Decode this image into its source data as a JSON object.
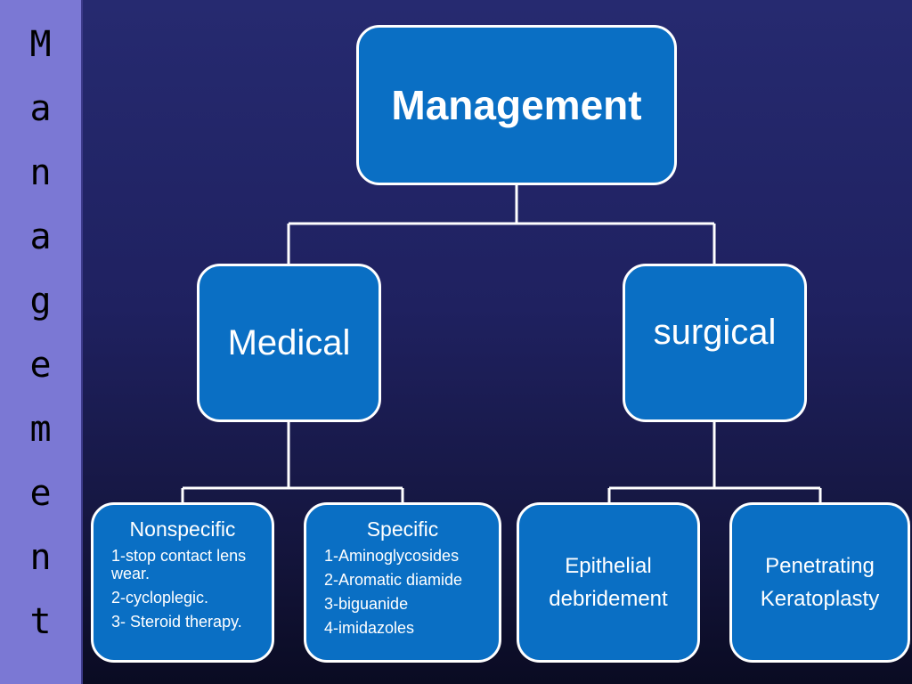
{
  "sidebar": {
    "letters": [
      "M",
      "a",
      "n",
      "a",
      "g",
      "e",
      "m",
      "e",
      "n",
      "t"
    ]
  },
  "root": {
    "label": "Management"
  },
  "medical": {
    "label": "Medical",
    "nonspecific": {
      "title": "Nonspecific",
      "items": [
        "1-stop contact lens wear.",
        "2-cycloplegic.",
        "3- Steroid therapy."
      ]
    },
    "specific": {
      "title": "Specific",
      "items": [
        "1-Aminoglycosides",
        "2-Aromatic diamide",
        "3-biguanide",
        "4-imidazoles"
      ]
    }
  },
  "surgical": {
    "label": "surgical",
    "epithelial": {
      "line1": "Epithelial",
      "line2": "debridement"
    },
    "penetrating": {
      "line1": "Penetrating",
      "line2": "Keratoplasty"
    }
  },
  "colors": {
    "node_fill": "#0a6fc4",
    "node_border": "#ffffff",
    "sidebar": "#7b78d4",
    "background": "#1f2160"
  }
}
